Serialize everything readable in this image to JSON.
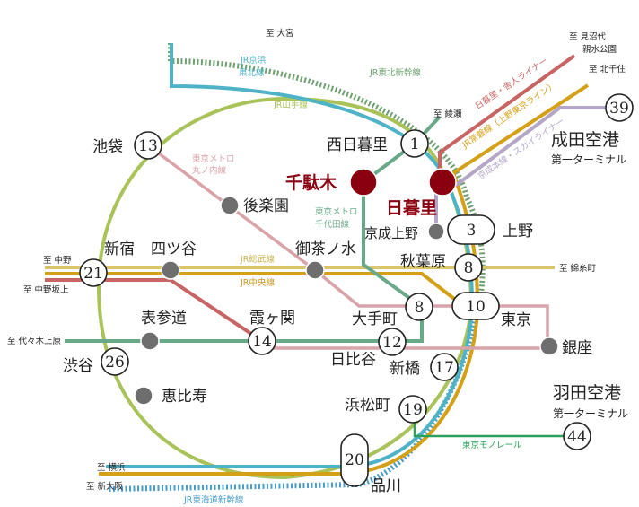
{
  "colors": {
    "yamanote": "#a9c25a",
    "keihin": "#4fb3c8",
    "tohoku_shinkansen": "#6ea070",
    "tokaido_shinkansen": "#4a9cc8",
    "joban_chuo": "#d4a017",
    "sobu": "#d8c56c",
    "marunouchi": "#d9a3aa",
    "chiyoda": "#6aa88a",
    "toneri": "#c86464",
    "keisei": "#b4a6c6",
    "monorail": "#2aa05a",
    "highlight": "#8b0010",
    "gray_station": "#6e6e6e"
  },
  "lines": {
    "keihin": "JR京浜",
    "keihin2": "東北線",
    "tohoku_shinkansen": "JR東北新幹線",
    "yamanote": "JR山手線",
    "toneri": "日暮里・舎人ライナー",
    "joban": "JR常磐線（上野東京ライン）",
    "keisei": "京成本線・スカイライナー",
    "marunouchi": "東京メトロ",
    "marunouchi2": "丸ノ内線",
    "chiyoda": "東京メトロ",
    "chiyoda2": "千代田線",
    "sobu": "JR総武線",
    "chuo": "JR中央線",
    "monorail": "東京モノレール",
    "tokaido_shinkansen": "JR東海道新幹線"
  },
  "destinations": {
    "omiya": "至 大宮",
    "ayase": "至 綾瀬",
    "minumadai": "至 見沼代",
    "minumadai2": "親水公園",
    "kitasenju": "至 北千住",
    "kinshicho": "至 錦糸町",
    "nakano": "至 中野",
    "nakanosakaue": "至 中野坂上",
    "yoyogiuehara": "至 代々木上原",
    "yokohama": "至 横浜",
    "shinosaka": "至 新大阪"
  },
  "highlight_stations": {
    "sendagi": "千駄木",
    "nippori": "日暮里"
  },
  "stations": {
    "nishinippori": {
      "name": "西日暮里",
      "minutes": "1"
    },
    "ueno": {
      "name": "上野",
      "minutes": "3"
    },
    "keiseiueno": {
      "name": "京成上野"
    },
    "akihabara": {
      "name": "秋葉原",
      "minutes": "8"
    },
    "tokyo": {
      "name": "東京",
      "minutes": "10"
    },
    "otemachi": {
      "name": "大手町",
      "minutes": "8"
    },
    "hibiya": {
      "name": "日比谷",
      "minutes": "12"
    },
    "ginza": {
      "name": "銀座"
    },
    "shimbashi": {
      "name": "新橋",
      "minutes": "17"
    },
    "hamamatsucho": {
      "name": "浜松町",
      "minutes": "19"
    },
    "shinagawa": {
      "name": "品川",
      "minutes": "20"
    },
    "ikebukuro": {
      "name": "池袋",
      "minutes": "13"
    },
    "korakuen": {
      "name": "後楽園"
    },
    "ochanomizu": {
      "name": "御茶ノ水"
    },
    "shinjuku": {
      "name": "新宿",
      "minutes": "21"
    },
    "yotsuya": {
      "name": "四ツ谷"
    },
    "omotesando": {
      "name": "表参道"
    },
    "kasumigaseki": {
      "name": "霞ヶ関",
      "minutes": "14"
    },
    "shibuya": {
      "name": "渋谷",
      "minutes": "26"
    },
    "ebisu": {
      "name": "恵比寿"
    }
  },
  "airports": {
    "narita": {
      "name": "成田空港",
      "terminal": "第一ターミナル",
      "minutes": "39"
    },
    "haneda": {
      "name": "羽田空港",
      "terminal": "第一ターミナル",
      "minutes": "44"
    }
  }
}
